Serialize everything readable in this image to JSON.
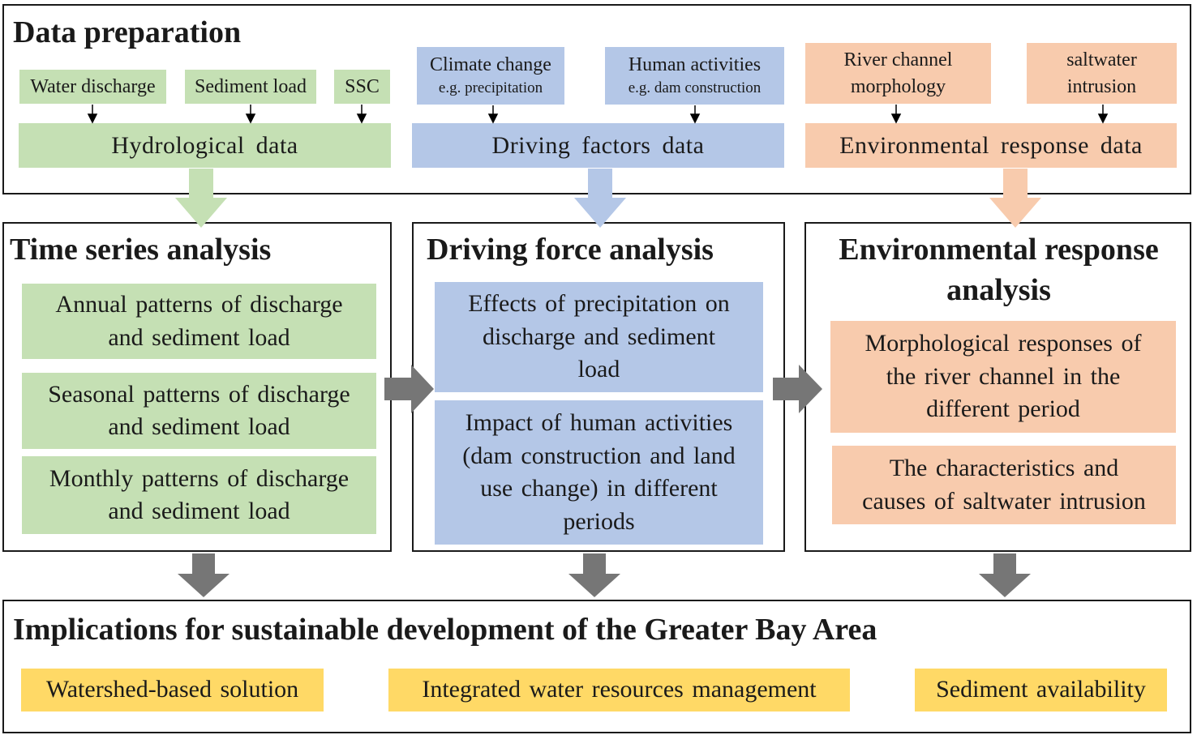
{
  "data_preparation": {
    "title": "Data preparation",
    "hydro": {
      "sources": [
        "Water discharge",
        "Sediment load",
        "SSC"
      ],
      "label": "Hydrological  data"
    },
    "driving": {
      "climate": {
        "line1": "Climate change",
        "line2": "e.g. precipitation"
      },
      "human": {
        "line1": "Human activities",
        "line2": "e.g. dam construction"
      },
      "label": "Driving  factors  data"
    },
    "environment": {
      "river": {
        "line1": "River channel",
        "line2": "morphology"
      },
      "salt": {
        "line1": "saltwater",
        "line2": "intrusion"
      },
      "label": "Environmental  response  data"
    }
  },
  "time_series": {
    "title": "Time series analysis",
    "items": [
      {
        "line1": "Annual patterns of discharge",
        "line2": "and sediment  load"
      },
      {
        "line1": "Seasonal patterns of discharge",
        "line2": "and sediment  load"
      },
      {
        "line1": "Monthly patterns of discharge",
        "line2": "and sediment  load"
      }
    ]
  },
  "driving_force": {
    "title": "Driving force analysis",
    "items": [
      {
        "line1": "Effects  of precipitation  on",
        "line2": "discharge  and sediment",
        "line3": "load"
      },
      {
        "line1": "Impact of human activities",
        "line2": "(dam construction  and land",
        "line3": "use change) in different",
        "line4": "periods"
      }
    ]
  },
  "environmental": {
    "title_line1": "Environmental response",
    "title_line2": "analysis",
    "items": [
      {
        "line1": "Morphological responses of",
        "line2": "the river channel in the",
        "line3": "different  period"
      },
      {
        "line1": "The characteristics  and",
        "line2": "causes of saltwater intrusion"
      }
    ]
  },
  "implications": {
    "title": "Implications for sustainable development of the Greater Bay Area",
    "items": [
      "Watershed-based  solution",
      "Integrated  water  resources  management",
      "Sediment  availability"
    ]
  },
  "colors": {
    "green": "#c5e0b4",
    "blue": "#b4c7e7",
    "orange": "#f8cbad",
    "yellow": "#ffd966",
    "gray_arrow": "#767676",
    "border": "#1a1a1a"
  }
}
